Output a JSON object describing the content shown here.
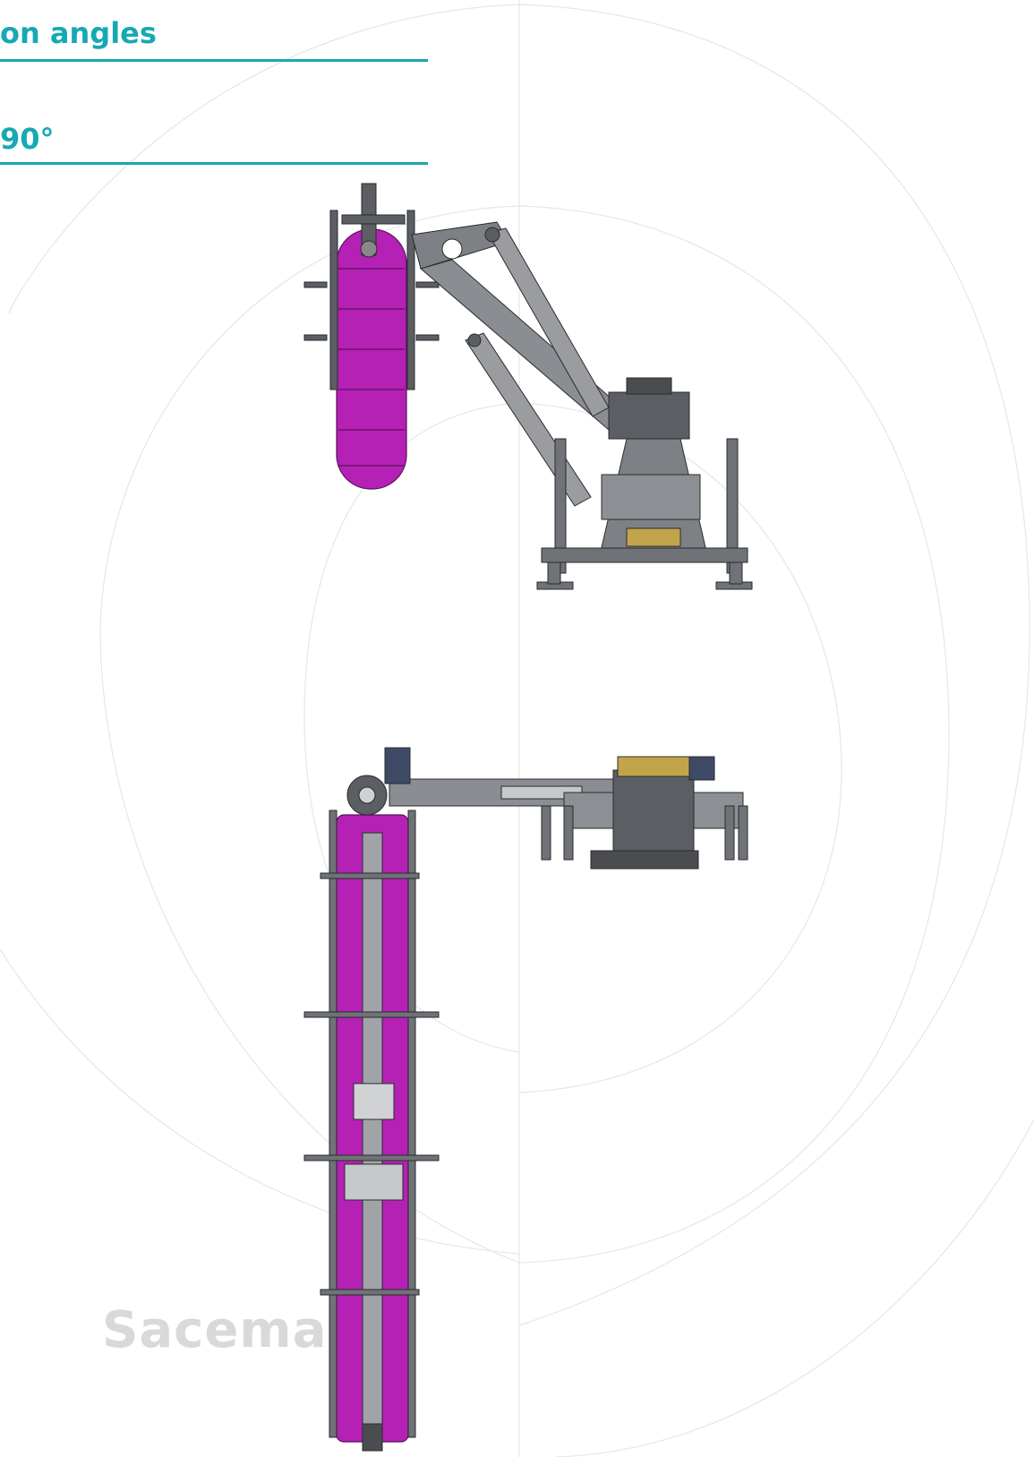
{
  "header": {
    "title_line1": "on angles",
    "title_line2": "90°"
  },
  "brand": {
    "watermark_text": "Sacema"
  },
  "colors": {
    "accent": "#16a9b3",
    "drum": "#b520b5",
    "frame": "#6f7276",
    "watermark": "#d9d9d9"
  },
  "figures": {
    "top": "machine-side-view",
    "bottom": "machine-top-view"
  }
}
